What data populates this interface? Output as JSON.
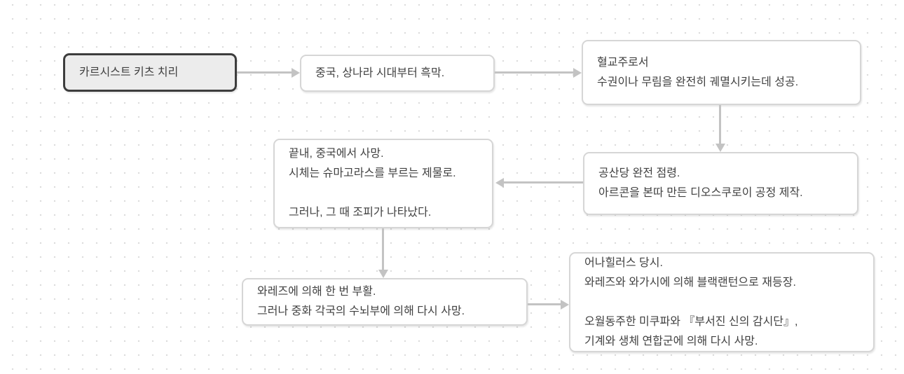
{
  "diagram": {
    "type": "flowchart",
    "nodes": [
      {
        "id": "start",
        "lines": [
          "카르시스트 키츠 치리"
        ]
      },
      {
        "id": "step-1",
        "lines": [
          "중국, 상나라 시대부터 흑막."
        ]
      },
      {
        "id": "step-2",
        "lines": [
          "혈교주로서",
          "수권이나 무림을 완전히 궤멸시키는데 성공."
        ]
      },
      {
        "id": "step-3",
        "lines": [
          "공산당 완전 점령.",
          "아르콘을 본따 만든 디오스쿠로이 공정 제작."
        ]
      },
      {
        "id": "step-4",
        "lines": [
          "끝내, 중국에서 사망.",
          "시체는 슈마고라스를 부르는 제물로.",
          "",
          "그러나, 그 때 조피가 나타났다."
        ]
      },
      {
        "id": "step-5",
        "lines": [
          "와레즈에 의해 한 번 부활.",
          "그러나 중화 각국의 수뇌부에 의해 다시 사망."
        ]
      },
      {
        "id": "step-6",
        "lines": [
          "어나힐러스 당시.",
          "와레즈와 와가시에 의해 블랙랜턴으로 재등장.",
          "",
          "오월동주한 미쿠파와 『부서진 신의 감시단』,",
          "기계와 생체 연합군에 의해 다시 사망."
        ]
      }
    ],
    "connections": [
      "start → step-1",
      "step-1 → step-2",
      "step-2 → step-3",
      "step-3 → step-4",
      "step-4 → step-5",
      "step-5 → step-6"
    ],
    "colors": {
      "node_border": "#d6d6d6",
      "node_bg": "#ffffff",
      "start_node_border": "#3d3d3d",
      "start_node_bg": "#ececec",
      "arrow": "#c3c3c3",
      "text": "#414141",
      "dot_grid": "#dcdcdc"
    }
  }
}
